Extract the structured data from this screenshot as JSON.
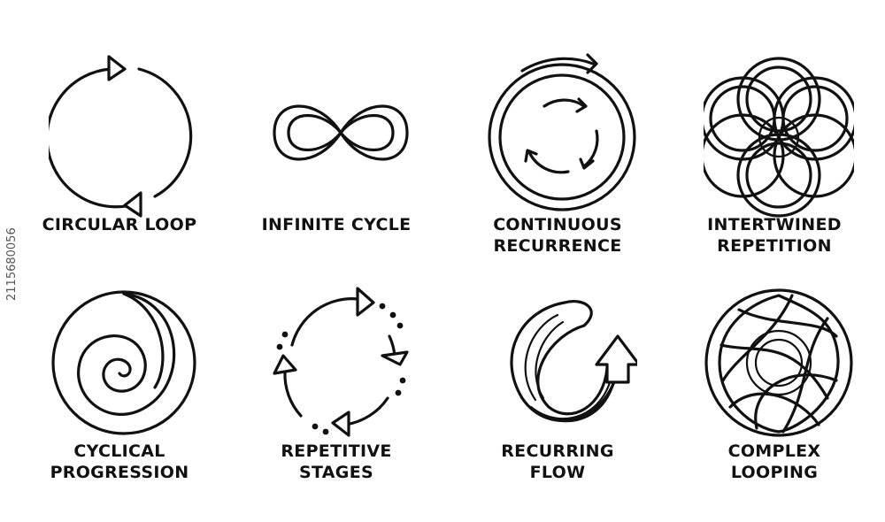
{
  "icons": [
    {
      "icon": "circular-loop-icon",
      "lines": [
        "CIRCULAR LOOP",
        ""
      ]
    },
    {
      "icon": "infinite-cycle-icon",
      "lines": [
        "INFINITE CYCLE",
        ""
      ]
    },
    {
      "icon": "continuous-recurrence-icon",
      "lines": [
        "CONTINUOUS",
        "RECURRENCE"
      ]
    },
    {
      "icon": "intertwined-repetition-icon",
      "lines": [
        "INTERTWINED",
        "REPETITION"
      ]
    },
    {
      "icon": "cyclical-progression-icon",
      "lines": [
        "CYCLICAL",
        "PROGRESSION"
      ]
    },
    {
      "icon": "repetitive-stages-icon",
      "lines": [
        "REPETITIVE",
        "STAGES"
      ]
    },
    {
      "icon": "recurring-flow-icon",
      "lines": [
        "RECURRING",
        "FLOW"
      ]
    },
    {
      "icon": "complex-looping-icon",
      "lines": [
        "COMPLEX",
        "LOOPING"
      ]
    }
  ],
  "stock_id": "2115680056",
  "colors": {
    "ink": "#111111",
    "background": "#ffffff"
  }
}
